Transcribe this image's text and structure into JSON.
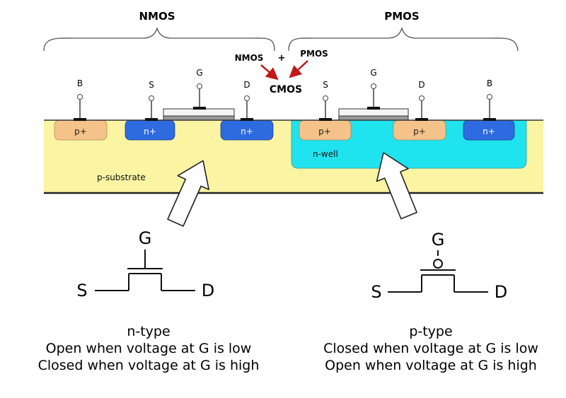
{
  "headers": {
    "nmos": "NMOS",
    "pmos": "PMOS"
  },
  "equation": {
    "left": "NMOS",
    "plus": "+",
    "right": "PMOS",
    "result": "CMOS"
  },
  "terminals": {
    "nmos": {
      "body": "B",
      "source": "S",
      "gate": "G",
      "drain": "D"
    },
    "pmos": {
      "source": "S",
      "gate": "G",
      "drain": "D",
      "body": "B"
    }
  },
  "regions": {
    "p_plus": "p+",
    "n_plus": "n+",
    "n_well": "n-well",
    "p_substrate": "p-substrate"
  },
  "symbols": {
    "n_type": {
      "gate": "G",
      "source": "S",
      "drain": "D"
    },
    "p_type": {
      "gate": "G",
      "source": "S",
      "drain": "D"
    }
  },
  "captions": {
    "n_type": {
      "title": "n-type",
      "line1": "Open when voltage at G is low",
      "line2": "Closed when voltage at G is high"
    },
    "p_type": {
      "title": "p-type",
      "line1": "Closed when voltage at G is low",
      "line2": "Open when voltage at G is high"
    }
  },
  "colors": {
    "substrate": "#fbf5a3",
    "n_well": "#1fe3ee",
    "p_plus": "#f5c38a",
    "n_plus": "#2f6be0",
    "gate_oxide": "#e6e6e6",
    "arrow_red": "#c01818"
  }
}
